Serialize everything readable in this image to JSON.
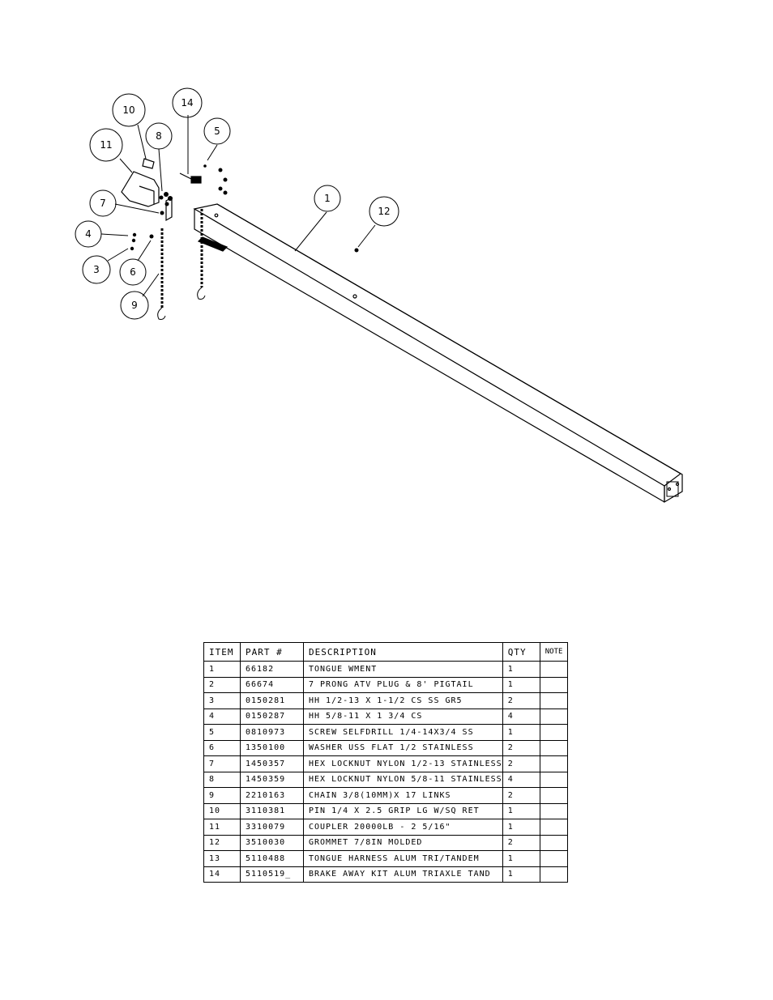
{
  "balloons": [
    "1",
    "3",
    "4",
    "5",
    "6",
    "7",
    "8",
    "9",
    "10",
    "11",
    "12",
    "14"
  ],
  "bom": {
    "headers": {
      "item": "ITEM",
      "part": "PART #",
      "desc": "DESCRIPTION",
      "qty": "QTY",
      "note": "NOTE"
    },
    "rows": [
      {
        "item": "1",
        "part": "66182",
        "desc": "TONGUE WMENT",
        "qty": "1",
        "note": ""
      },
      {
        "item": "2",
        "part": "66674",
        "desc": "7 PRONG ATV PLUG & 8' PIGTAIL",
        "qty": "1",
        "note": ""
      },
      {
        "item": "3",
        "part": "0150281",
        "desc": "HH 1/2-13 X 1-1/2 CS SS GR5",
        "qty": "2",
        "note": ""
      },
      {
        "item": "4",
        "part": "0150287",
        "desc": "HH 5/8-11 X 1 3/4 CS",
        "qty": "4",
        "note": ""
      },
      {
        "item": "5",
        "part": "0810973",
        "desc": "SCREW SELFDRILL  1/4-14X3/4 SS",
        "qty": "1",
        "note": ""
      },
      {
        "item": "6",
        "part": "1350100",
        "desc": "WASHER USS FLAT 1/2 STAINLESS",
        "qty": "2",
        "note": ""
      },
      {
        "item": "7",
        "part": "1450357",
        "desc": "HEX LOCKNUT NYLON 1/2-13 STAINLESS",
        "qty": "2",
        "note": ""
      },
      {
        "item": "8",
        "part": "1450359",
        "desc": "HEX LOCKNUT NYLON 5/8-11 STAINLESS",
        "qty": "4",
        "note": ""
      },
      {
        "item": "9",
        "part": "2210163",
        "desc": "CHAIN 3/8(10MM)X 17 LINKS",
        "qty": "2",
        "note": ""
      },
      {
        "item": "10",
        "part": "3110381",
        "desc": "PIN 1/4 X 2.5 GRIP LG W/SQ RET",
        "qty": "1",
        "note": ""
      },
      {
        "item": "11",
        "part": "3310079",
        "desc": "COUPLER 20000LB - 2 5/16\"",
        "qty": "1",
        "note": ""
      },
      {
        "item": "12",
        "part": "3510030",
        "desc": "GROMMET  7/8IN MOLDED",
        "qty": "2",
        "note": ""
      },
      {
        "item": "13",
        "part": "5110488",
        "desc": "TONGUE HARNESS ALUM TRI/TANDEM",
        "qty": "1",
        "note": ""
      },
      {
        "item": "14",
        "part": "5110519_",
        "desc": "BRAKE AWAY KIT ALUM TRIAXLE TAND",
        "qty": "1",
        "note": ""
      }
    ]
  }
}
